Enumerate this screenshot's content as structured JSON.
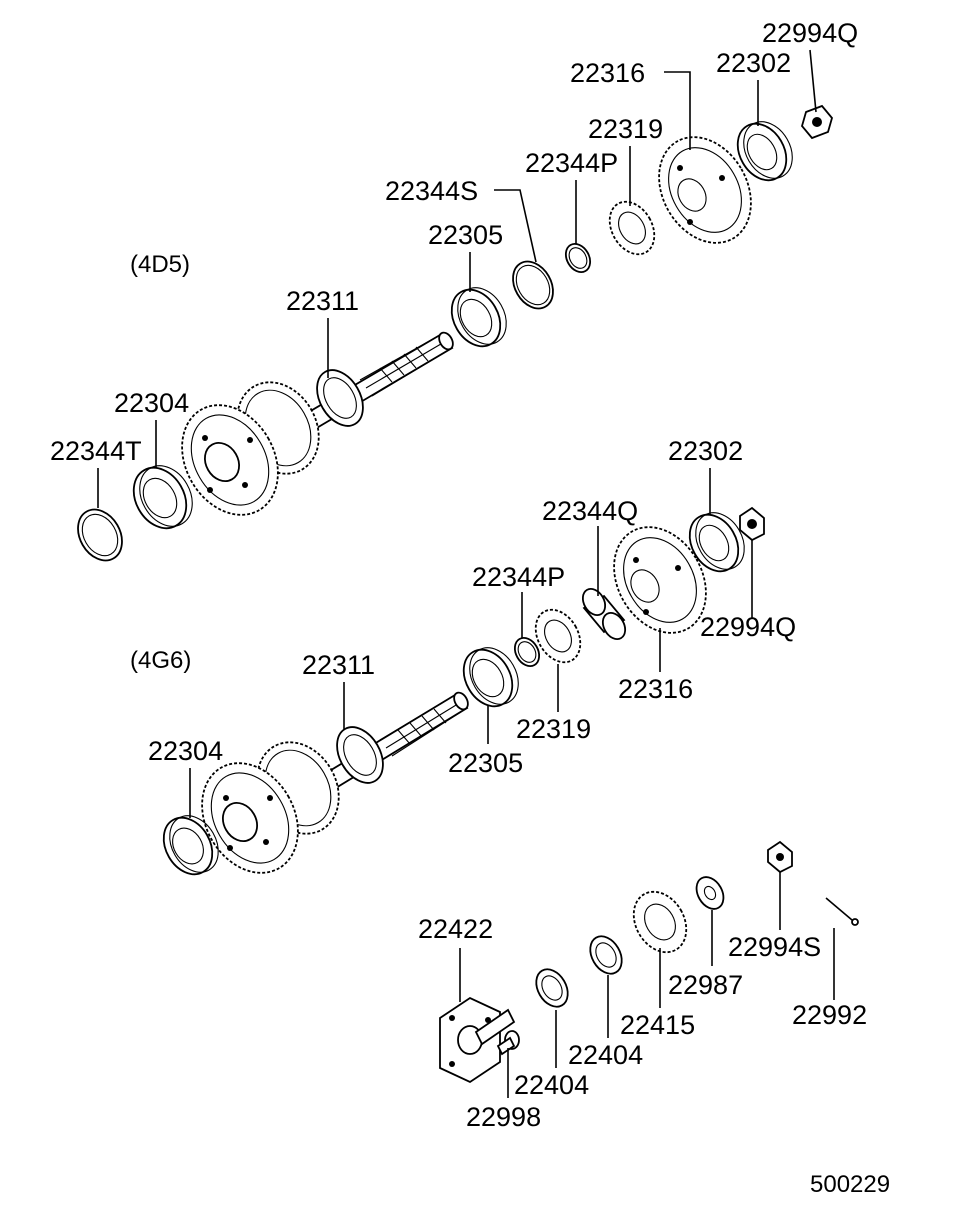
{
  "diagram": {
    "variant_4d5": "(4D5)",
    "variant_4g6": "(4G6)",
    "figure_number": "500229",
    "callouts": {
      "a_22994q": "22994Q",
      "a_22316": "22316",
      "a_22302": "22302",
      "a_22319": "22319",
      "a_22344p": "22344P",
      "a_22344s": "22344S",
      "a_22305": "22305",
      "a_22311": "22311",
      "a_22304": "22304",
      "a_22344t": "22344T",
      "b_22302": "22302",
      "b_22344q": "22344Q",
      "b_22344p": "22344P",
      "b_22994q": "22994Q",
      "b_22316": "22316",
      "b_22311": "22311",
      "b_22319": "22319",
      "b_22304": "22304",
      "b_22305": "22305",
      "c_22422": "22422",
      "c_22994s": "22994S",
      "c_22987": "22987",
      "c_22992": "22992",
      "c_22415": "22415",
      "c_22404_upper": "22404",
      "c_22404_lower": "22404",
      "c_22998": "22998"
    }
  }
}
